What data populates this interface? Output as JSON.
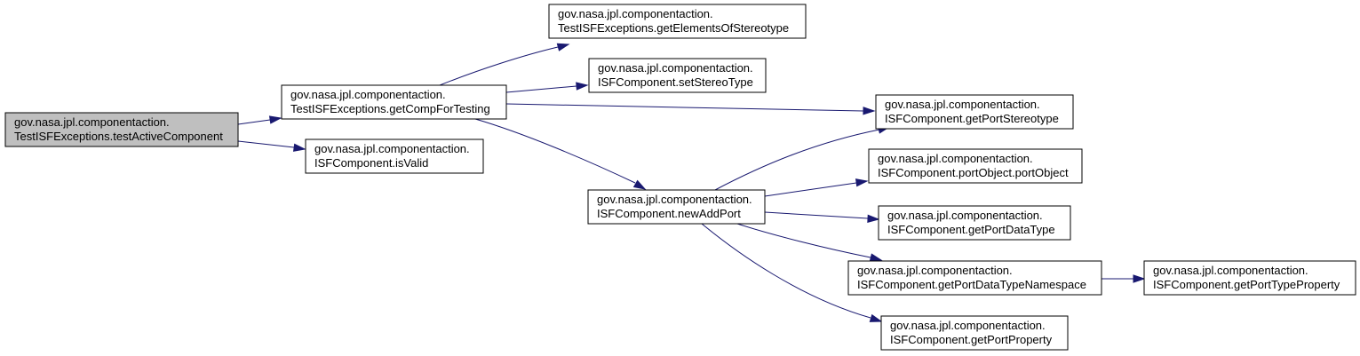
{
  "colors": {
    "edge": "#191970",
    "node_border": "#000000",
    "node_fill": "#ffffff",
    "root_fill": "#bfbfbf"
  },
  "nodes": [
    {
      "id": "n_root",
      "root": true,
      "lines": [
        "gov.nasa.jpl.componentaction.",
        "TestISFExceptions.testActiveComponent"
      ]
    },
    {
      "id": "n_getcomp",
      "lines": [
        "gov.nasa.jpl.componentaction.",
        "TestISFExceptions.getCompForTesting"
      ]
    },
    {
      "id": "n_isvalid",
      "lines": [
        "gov.nasa.jpl.componentaction.",
        "ISFComponent.isValid"
      ]
    },
    {
      "id": "n_getelems",
      "lines": [
        "gov.nasa.jpl.componentaction.",
        "TestISFExceptions.getElementsOfStereotype"
      ]
    },
    {
      "id": "n_setstereo",
      "lines": [
        "gov.nasa.jpl.componentaction.",
        "ISFComponent.setStereoType"
      ]
    },
    {
      "id": "n_newaddport",
      "lines": [
        "gov.nasa.jpl.componentaction.",
        "ISFComponent.newAddPort"
      ]
    },
    {
      "id": "n_getportstereo",
      "lines": [
        "gov.nasa.jpl.componentaction.",
        "ISFComponent.getPortStereotype"
      ]
    },
    {
      "id": "n_portobject",
      "lines": [
        "gov.nasa.jpl.componentaction.",
        "ISFComponent.portObject.portObject"
      ]
    },
    {
      "id": "n_getportdatatype",
      "lines": [
        "gov.nasa.jpl.componentaction.",
        "ISFComponent.getPortDataType"
      ]
    },
    {
      "id": "n_getportdatans",
      "lines": [
        "gov.nasa.jpl.componentaction.",
        "ISFComponent.getPortDataTypeNamespace"
      ]
    },
    {
      "id": "n_getporttypeprop",
      "lines": [
        "gov.nasa.jpl.componentaction.",
        "ISFComponent.getPortTypeProperty"
      ]
    },
    {
      "id": "n_getportprop",
      "lines": [
        "gov.nasa.jpl.componentaction.",
        "ISFComponent.getPortProperty"
      ]
    }
  ],
  "edges": [
    {
      "from": "n_root",
      "to": "n_getcomp"
    },
    {
      "from": "n_root",
      "to": "n_isvalid"
    },
    {
      "from": "n_getcomp",
      "to": "n_getelems"
    },
    {
      "from": "n_getcomp",
      "to": "n_setstereo"
    },
    {
      "from": "n_getcomp",
      "to": "n_getportstereo"
    },
    {
      "from": "n_getcomp",
      "to": "n_newaddport"
    },
    {
      "from": "n_newaddport",
      "to": "n_getportstereo"
    },
    {
      "from": "n_newaddport",
      "to": "n_portobject"
    },
    {
      "from": "n_newaddport",
      "to": "n_getportdatatype"
    },
    {
      "from": "n_newaddport",
      "to": "n_getportdatans"
    },
    {
      "from": "n_newaddport",
      "to": "n_getportprop"
    },
    {
      "from": "n_getportdatans",
      "to": "n_getporttypeprop"
    }
  ]
}
